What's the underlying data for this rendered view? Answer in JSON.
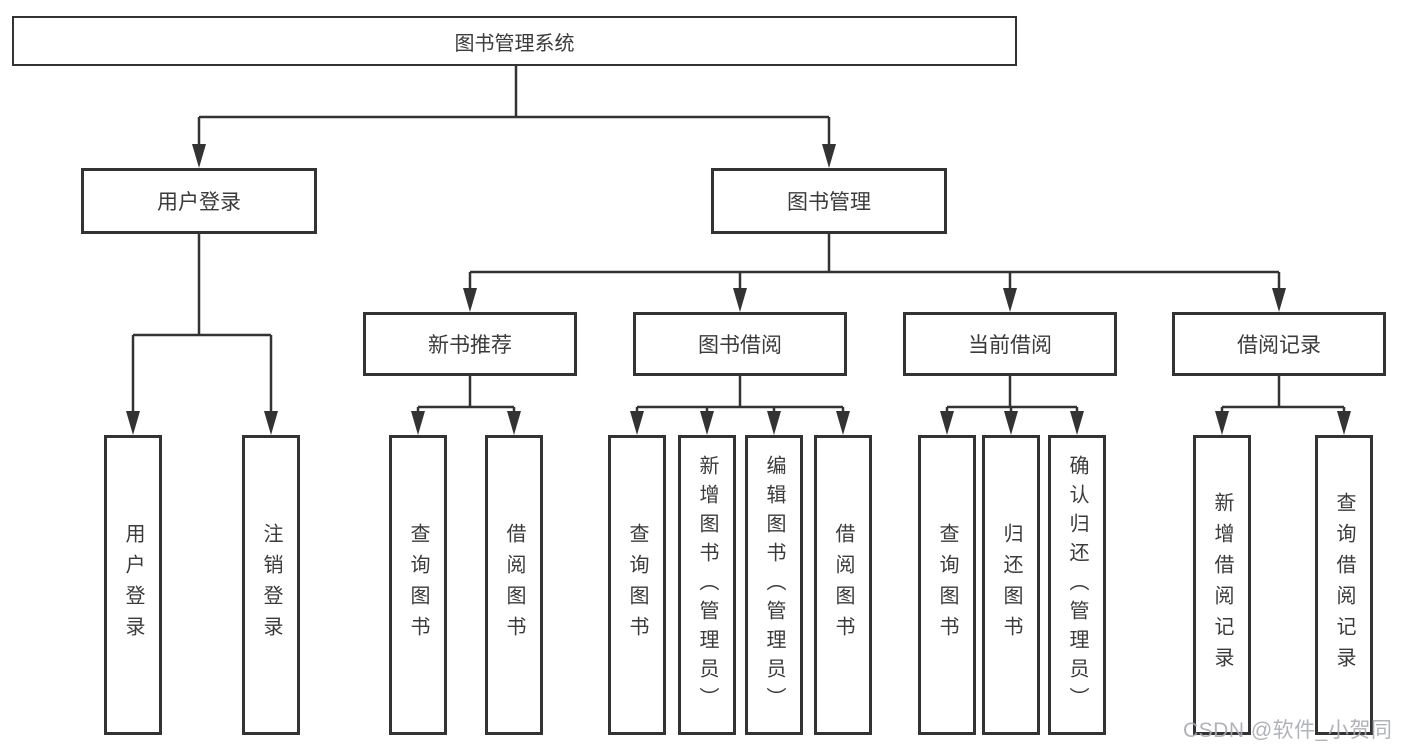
{
  "nodes": {
    "root": "图书管理系统",
    "user_login": "用户登录",
    "book_management": "图书管理",
    "new_book_recommend": "新书推荐",
    "book_borrow": "图书借阅",
    "current_borrow": "当前借阅",
    "borrow_records": "借阅记录",
    "leaf_user_login": "用户登录",
    "leaf_logout": "注销登录",
    "leaf_query_books_1": "查询图书",
    "leaf_borrow_books_1": "借阅图书",
    "leaf_query_books_2": "查询图书",
    "leaf_add_books": "新增图书（管理员）",
    "leaf_edit_books": "编辑图书（管理员）",
    "leaf_borrow_books_2": "借阅图书",
    "leaf_query_books_3": "查询图书",
    "leaf_return_books": "归还图书",
    "leaf_confirm_return": "确认归还（管理员）",
    "leaf_add_borrow_record": "新增借阅记录",
    "leaf_query_borrow_record": "查询借阅记录"
  },
  "hierarchy": {
    "图书管理系统": {
      "用户登录": [
        "用户登录",
        "注销登录"
      ],
      "图书管理": {
        "新书推荐": [
          "查询图书",
          "借阅图书"
        ],
        "图书借阅": [
          "查询图书",
          "新增图书（管理员）",
          "编辑图书（管理员）",
          "借阅图书"
        ],
        "当前借阅": [
          "查询图书",
          "归还图书",
          "确认归还（管理员）"
        ],
        "借阅记录": [
          "新增借阅记录",
          "查询借阅记录"
        ]
      }
    }
  },
  "watermark": "CSDN @软件_小贺同学",
  "colors": {
    "line": "#333333",
    "box_border": "#333333",
    "text": "#3b3b3b",
    "watermark": "#a9abb2",
    "background": "#ffffff"
  }
}
